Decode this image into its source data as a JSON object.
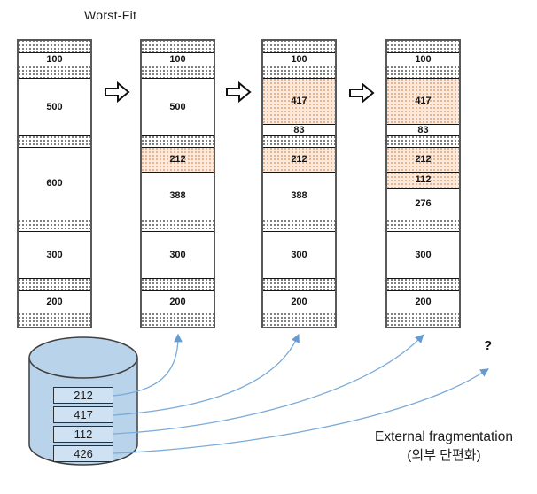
{
  "title": "Worst-Fit",
  "question_mark": "?",
  "caption": {
    "line1": "External fragmentation",
    "line2": "(외부 단편화)"
  },
  "request_queue": {
    "values": [
      "212",
      "417",
      "112",
      "426"
    ]
  },
  "memory_columns": [
    {
      "name": "state-1-initial",
      "segments": [
        {
          "kind": "hole",
          "h": 14
        },
        {
          "kind": "free",
          "label": "100",
          "h": 15
        },
        {
          "kind": "hole",
          "h": 14
        },
        {
          "kind": "free",
          "label": "500",
          "h": 65
        },
        {
          "kind": "hole",
          "h": 13
        },
        {
          "kind": "free",
          "label": "600",
          "h": 82
        },
        {
          "kind": "hole",
          "h": 13
        },
        {
          "kind": "free",
          "label": "300",
          "h": 53
        },
        {
          "kind": "hole",
          "h": 14
        },
        {
          "kind": "free",
          "label": "200",
          "h": 25
        },
        {
          "kind": "hole",
          "h": 15
        }
      ]
    },
    {
      "name": "state-2-after-212",
      "segments": [
        {
          "kind": "hole",
          "h": 14
        },
        {
          "kind": "free",
          "label": "100",
          "h": 15
        },
        {
          "kind": "hole",
          "h": 14
        },
        {
          "kind": "free",
          "label": "500",
          "h": 65
        },
        {
          "kind": "hole",
          "h": 13
        },
        {
          "kind": "alloc",
          "label": "212",
          "h": 28
        },
        {
          "kind": "free",
          "label": "388",
          "h": 54
        },
        {
          "kind": "hole",
          "h": 13
        },
        {
          "kind": "free",
          "label": "300",
          "h": 53
        },
        {
          "kind": "hole",
          "h": 14
        },
        {
          "kind": "free",
          "label": "200",
          "h": 25
        },
        {
          "kind": "hole",
          "h": 15
        }
      ]
    },
    {
      "name": "state-3-after-417",
      "segments": [
        {
          "kind": "hole",
          "h": 14
        },
        {
          "kind": "free",
          "label": "100",
          "h": 15
        },
        {
          "kind": "hole",
          "h": 14
        },
        {
          "kind": "alloc",
          "label": "417",
          "h": 52
        },
        {
          "kind": "free",
          "label": "83",
          "h": 13
        },
        {
          "kind": "hole",
          "h": 13
        },
        {
          "kind": "alloc",
          "label": "212",
          "h": 28
        },
        {
          "kind": "free",
          "label": "388",
          "h": 54
        },
        {
          "kind": "hole",
          "h": 13
        },
        {
          "kind": "free",
          "label": "300",
          "h": 53
        },
        {
          "kind": "hole",
          "h": 14
        },
        {
          "kind": "free",
          "label": "200",
          "h": 25
        },
        {
          "kind": "hole",
          "h": 15
        }
      ]
    },
    {
      "name": "state-4-after-112",
      "segments": [
        {
          "kind": "hole",
          "h": 14
        },
        {
          "kind": "free",
          "label": "100",
          "h": 15
        },
        {
          "kind": "hole",
          "h": 14
        },
        {
          "kind": "alloc",
          "label": "417",
          "h": 52
        },
        {
          "kind": "free",
          "label": "83",
          "h": 13
        },
        {
          "kind": "hole",
          "h": 13
        },
        {
          "kind": "alloc",
          "label": "212",
          "h": 28
        },
        {
          "kind": "alloc",
          "label": "112",
          "h": 18
        },
        {
          "kind": "free",
          "label": "276",
          "h": 36
        },
        {
          "kind": "hole",
          "h": 13
        },
        {
          "kind": "free",
          "label": "300",
          "h": 53
        },
        {
          "kind": "hole",
          "h": 14
        },
        {
          "kind": "free",
          "label": "200",
          "h": 25
        },
        {
          "kind": "hole",
          "h": 15
        }
      ]
    }
  ],
  "colors": {
    "allocated_fill": "#fcebdd",
    "allocated_dot": "#e3a077",
    "hole_dot": "#3b3b3b",
    "column_border": "#595959",
    "cylinder_fill": "#b9d3eb",
    "queue_box_fill": "#cfe2f4",
    "flow_arrow": "#7aabd9",
    "text": "#1c1c1c"
  }
}
